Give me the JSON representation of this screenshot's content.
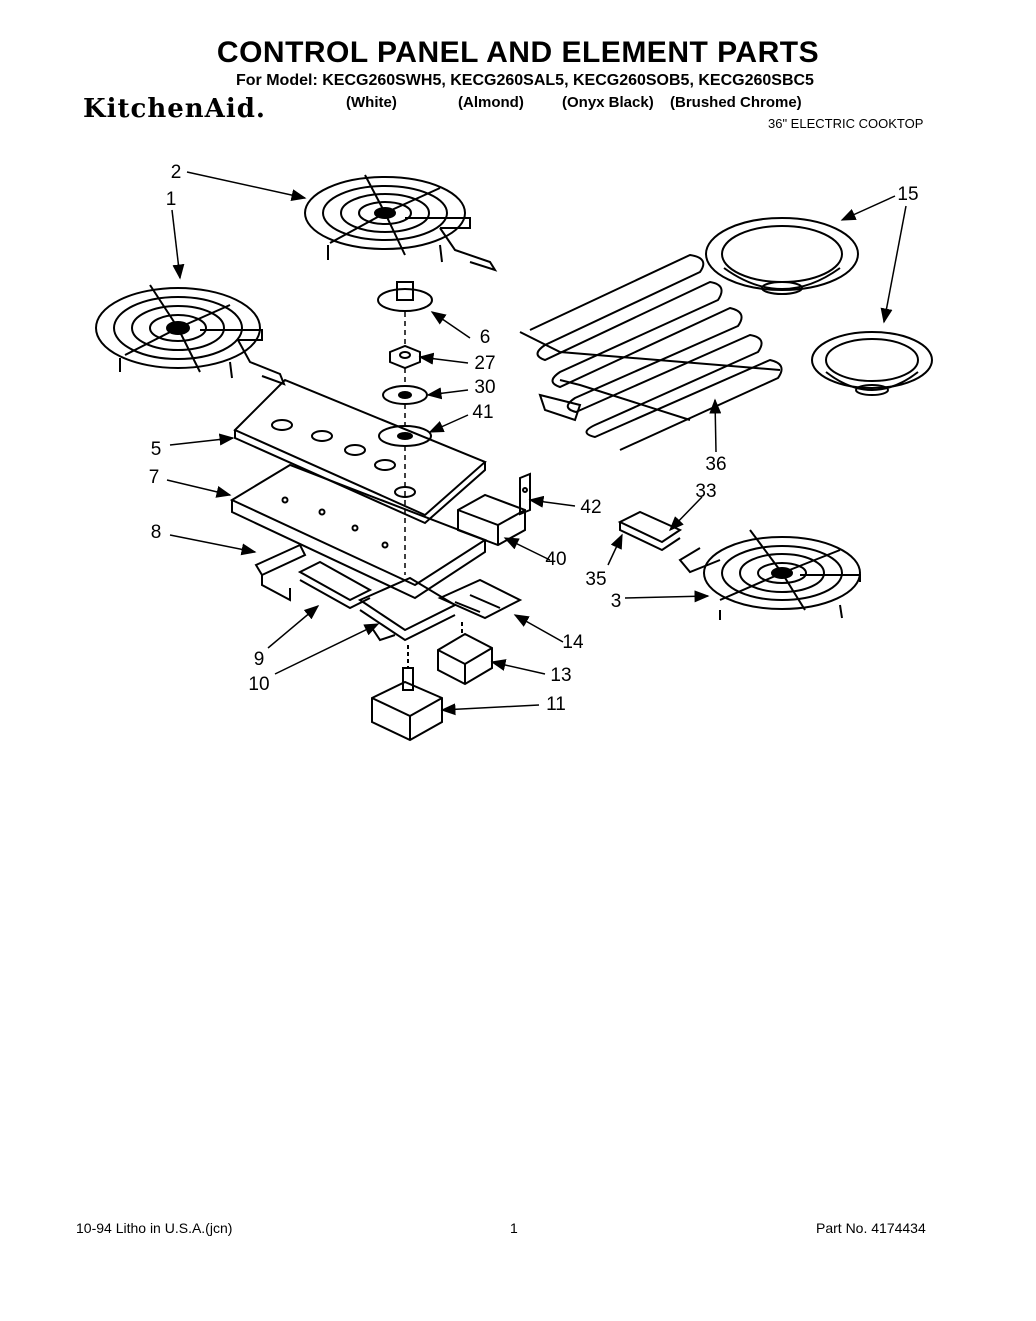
{
  "header": {
    "title": "CONTROL PANEL AND ELEMENT PARTS",
    "models": "For Model: KECG260SWH5, KECG260SAL5, KECG260SOB5, KECG260SBC5",
    "brand": "KitchenAid.",
    "colors": [
      "(White)",
      "(Almond)",
      "(Onyx Black)",
      "(Brushed Chrome)"
    ],
    "product": "36\" ELECTRIC COOKTOP"
  },
  "callouts": [
    "1",
    "2",
    "3",
    "5",
    "6",
    "7",
    "8",
    "9",
    "10",
    "11",
    "13",
    "14",
    "15",
    "27",
    "30",
    "33",
    "35",
    "36",
    "40",
    "41",
    "42"
  ],
  "footer": {
    "left": "10-94 Litho in U.S.A.(jcn)",
    "page": "1",
    "part": "Part No. 4174434"
  }
}
